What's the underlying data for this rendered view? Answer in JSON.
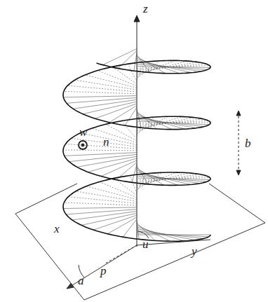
{
  "diagram": {
    "labels": [
      "z",
      "b",
      "w",
      "n",
      "x",
      "a",
      "p",
      "u",
      "y"
    ]
  }
}
